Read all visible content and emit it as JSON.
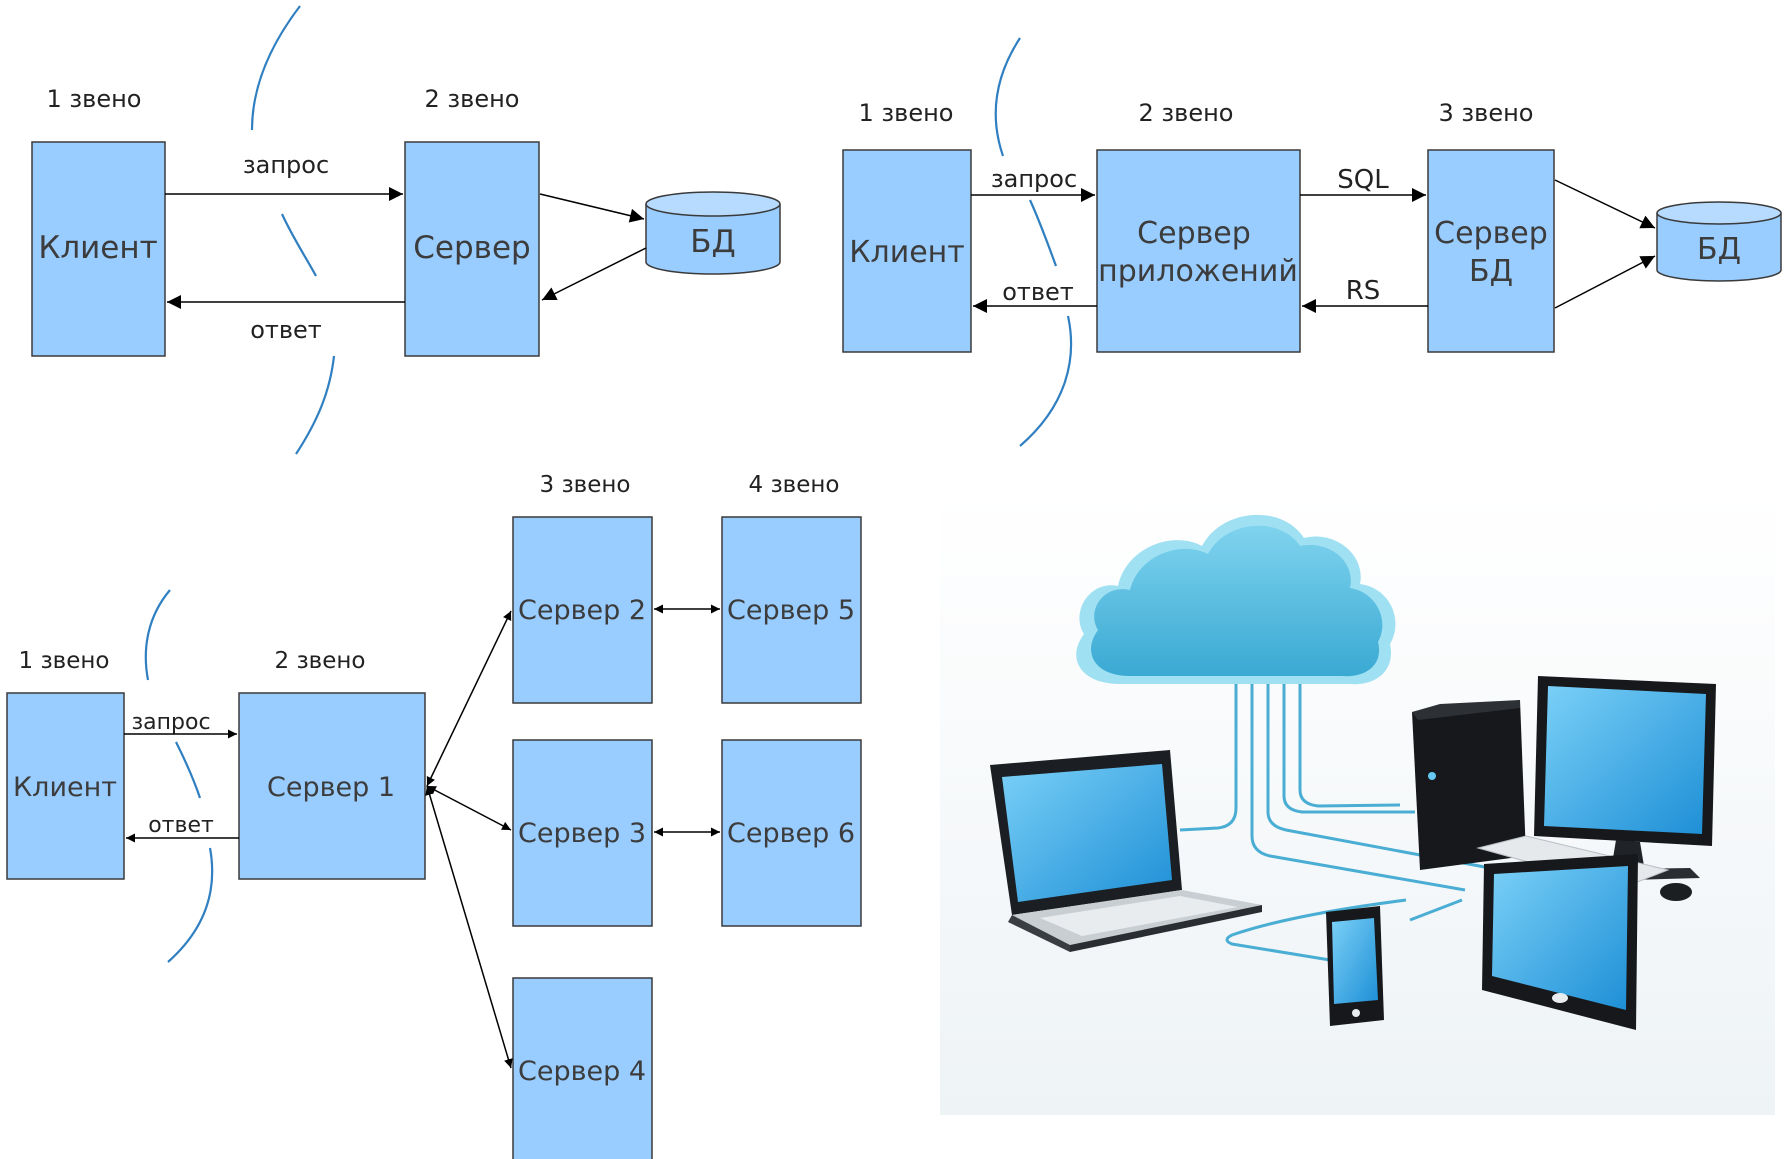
{
  "colors": {
    "box_fill": "#99ccff",
    "box_stroke": "#3a3a3a",
    "arrow": "#000000",
    "boundary": "#2f7fc1",
    "cloud": "#56bfe0",
    "cable": "#4aaed4",
    "screen": "#3fb1ea"
  },
  "diagram_two_tier": {
    "tier1": "1 звено",
    "tier2": "2 звено",
    "client": "Клиент",
    "server": "Сервер",
    "db": "БД",
    "request": "запрос",
    "response": "ответ"
  },
  "diagram_three_tier": {
    "tier1": "1 звено",
    "tier2": "2 звено",
    "tier3": "3 звено",
    "client": "Клиент",
    "app_server_line1": "Сервер",
    "app_server_line2": "приложений",
    "db_server_line1": "Сервер",
    "db_server_line2": "БД",
    "db": "БД",
    "request": "запрос",
    "response": "ответ",
    "sql": "SQL",
    "rs": "RS"
  },
  "diagram_multi_tier": {
    "tier1": "1 звено",
    "tier2": "2 звено",
    "tier3": "3 звено",
    "tier4": "4 звено",
    "client": "Клиент",
    "server1": "Сервер 1",
    "server2": "Сервер 2",
    "server3": "Сервер 3",
    "server4": "Сервер 4",
    "server5": "Сервер 5",
    "server6": "Сервер 6",
    "request": "запрос",
    "response": "ответ"
  },
  "cloud_illustration": {
    "icons": [
      "cloud-icon",
      "laptop-icon",
      "desktop-tower-icon",
      "monitor-icon",
      "smartphone-icon",
      "tablet-icon",
      "keyboard-icon",
      "mouse-icon"
    ]
  }
}
